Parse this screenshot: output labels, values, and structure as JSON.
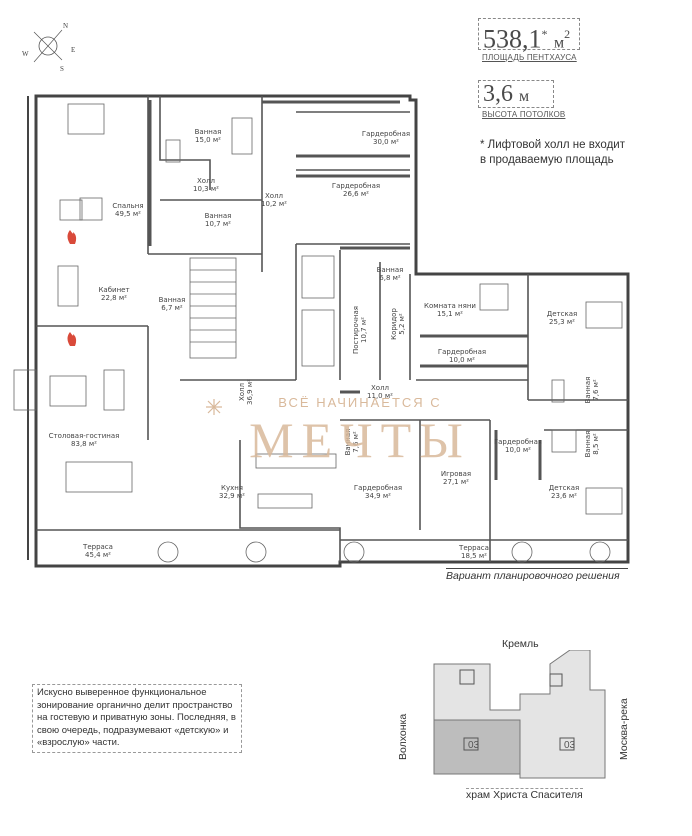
{
  "stats": {
    "area_value": "538,1",
    "area_mark": "*",
    "area_unit": "м",
    "area_unit_power": "2",
    "area_label": "ПЛОЩАДЬ ПЕНТХАУСА",
    "height_value": "3,6",
    "height_unit": "м",
    "height_label": "ВЫСОТА ПОТОЛКОВ"
  },
  "note": "* Лифтовой холл не входит в продаваемую площадь",
  "variant_caption": "Вариант планировочного решения",
  "description": "Искусно выверенное функциональное зонирование органично делит пространство на гостевую и приватную зоны. Последняя, в свою очередь, подразумевают «детскую» и «взрослую» части.",
  "compass": {
    "n": "N",
    "e": "E",
    "s": "S",
    "w": "W"
  },
  "watermark": {
    "line1": "ВСЁ НАЧИНАЕТСЯ С",
    "line2": "МЕЧТЫ",
    "color": "#d9b99b"
  },
  "map": {
    "top": "Кремль",
    "left": "Волхонка",
    "right": "Москва-река",
    "bottom": "храм Христа Спасителя",
    "marker_a": "03",
    "marker_b": "03"
  },
  "rooms": {
    "bedroom": {
      "name": "Спальня",
      "area": "49,5 м²"
    },
    "bath1": {
      "name": "Ванная",
      "area": "15,0 м²"
    },
    "hall1": {
      "name": "Холл",
      "area": "10,3 м²"
    },
    "bath2": {
      "name": "Ванная",
      "area": "10,7 м²"
    },
    "hall2": {
      "name": "Холл",
      "area": "10,2 м²"
    },
    "ward1": {
      "name": "Гардеробная",
      "area": "30,0 м²"
    },
    "ward2": {
      "name": "Гардеробная",
      "area": "26,6 м²"
    },
    "bath3": {
      "name": "Ванная",
      "area": "6,8 м²"
    },
    "cabinet": {
      "name": "Кабинет",
      "area": "22,8 м²"
    },
    "bath4": {
      "name": "Ванная",
      "area": "6,7 м²"
    },
    "laundry": {
      "name": "Постирочная",
      "area": "10,7 м²"
    },
    "corridor": {
      "name": "Коридор",
      "area": "5,2 м²"
    },
    "staff": {
      "name": "Комната няни",
      "area": "15,1 м²"
    },
    "ward3": {
      "name": "Гардеробная",
      "area": "10,0 м²"
    },
    "kids1": {
      "name": "Детская",
      "area": "25,3 м²"
    },
    "bath5": {
      "name": "Ванная",
      "area": "7,6 м²"
    },
    "dining": {
      "name": "Столовая-гостиная",
      "area": "83,8 м²"
    },
    "hall3": {
      "name": "Холл",
      "area": "36,9 м²"
    },
    "hall4": {
      "name": "Холл",
      "area": "11,0 м²"
    },
    "bath6": {
      "name": "Ванная",
      "area": "7,6 м²"
    },
    "ward4": {
      "name": "Гардеробная",
      "area": "10,0 м²"
    },
    "bath7": {
      "name": "Ванная",
      "area": "8,5 м²"
    },
    "kitchen": {
      "name": "Кухня",
      "area": "32,9 м²"
    },
    "ward5": {
      "name": "Гардеробная",
      "area": "34,9 м²"
    },
    "play": {
      "name": "Игровая",
      "area": "27,1 м²"
    },
    "kids2": {
      "name": "Детская",
      "area": "23,6 м²"
    },
    "terrace1": {
      "name": "Терраса",
      "area": "45,4 м²"
    },
    "terrace2": {
      "name": "Терраса",
      "area": "18,5 м²"
    }
  }
}
